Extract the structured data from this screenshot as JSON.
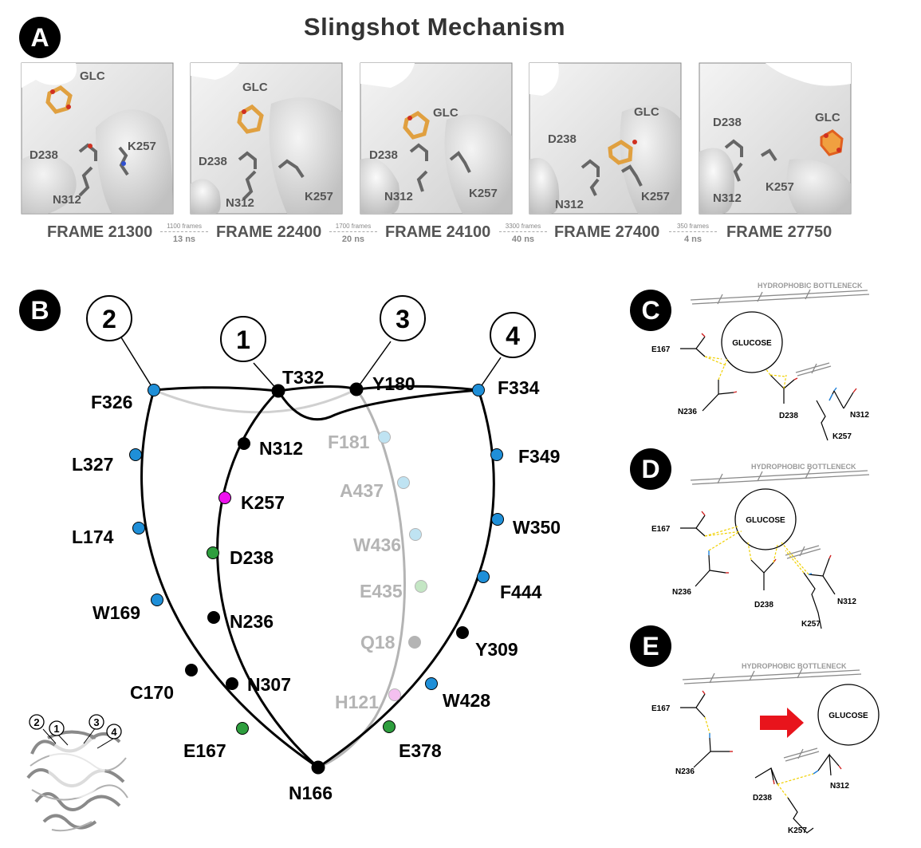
{
  "panel_a": {
    "badge": "A",
    "title": "Slingshot Mechanism",
    "snapshots": [
      {
        "glc": "GLC",
        "d238": "D238",
        "k257": "K257",
        "n312": "N312",
        "frame": "FRAME 21300"
      },
      {
        "glc": "GLC",
        "d238": "D238",
        "k257": "K257",
        "n312": "N312",
        "frame": "FRAME 22400"
      },
      {
        "glc": "GLC",
        "d238": "D238",
        "k257": "K257",
        "n312": "N312",
        "frame": "FRAME 24100"
      },
      {
        "glc": "GLC",
        "d238": "D238",
        "k257": "K257",
        "n312": "N312",
        "frame": "FRAME 27400"
      },
      {
        "glc": "GLC",
        "d238": "D238",
        "k257": "K257",
        "n312": "N312",
        "frame": "FRAME 27750"
      }
    ],
    "gaps": [
      {
        "frames": "1100 frames",
        "time": "13 ns"
      },
      {
        "frames": "1700 frames",
        "time": "20 ns"
      },
      {
        "frames": "3300 frames",
        "time": "40 ns"
      },
      {
        "frames": "350 frames",
        "time": "4 ns"
      }
    ]
  },
  "panel_b": {
    "badge": "B",
    "path_numbers": [
      "1",
      "2",
      "3",
      "4"
    ],
    "residues": {
      "f326": "F326",
      "l327": "L327",
      "l174": "L174",
      "w169": "W169",
      "c170": "C170",
      "e167": "E167",
      "n166": "N166",
      "t332": "T332",
      "n312": "N312",
      "k257": "K257",
      "d238": "D238",
      "n236": "N236",
      "n307": "N307",
      "y180": "Y180",
      "f181": "F181",
      "a437": "A437",
      "w436": "W436",
      "e435": "E435",
      "q18": "Q18",
      "h121": "H121",
      "f334": "F334",
      "f349": "F349",
      "w350": "W350",
      "f444": "F444",
      "y309": "Y309",
      "w428": "W428",
      "e378": "E378"
    },
    "inset_numbers": [
      "2",
      "1",
      "3",
      "4"
    ],
    "colors": {
      "blue": "#1f8fd8",
      "black": "#000000",
      "magenta": "#ee11ee",
      "green": "#2e9e3e",
      "light_blue": "#bfe3f2",
      "light_green": "#c4e6c4",
      "gray": "#b4b4b4",
      "pink": "#f4c0f0"
    }
  },
  "panel_c": {
    "badge": "C",
    "bottleneck": "HYDROPHOBIC BOTTLENECK",
    "glucose": "GLUCOSE",
    "labels": {
      "e167": "E167",
      "n236": "N236",
      "d238": "D238",
      "n312": "N312",
      "k257": "K257"
    }
  },
  "panel_d": {
    "badge": "D",
    "bottleneck": "HYDROPHOBIC BOTTLENECK",
    "glucose": "GLUCOSE",
    "labels": {
      "e167": "E167",
      "n236": "N236",
      "d238": "D238",
      "n312": "N312",
      "k257": "K257"
    }
  },
  "panel_e": {
    "badge": "E",
    "bottleneck": "HYDROPHOBIC BOTTLENECK",
    "glucose": "GLUCOSE",
    "arrow_color": "#e8141c",
    "labels": {
      "e167": "E167",
      "n236": "N236",
      "d238": "D238",
      "n312": "N312",
      "k257": "K257"
    }
  }
}
